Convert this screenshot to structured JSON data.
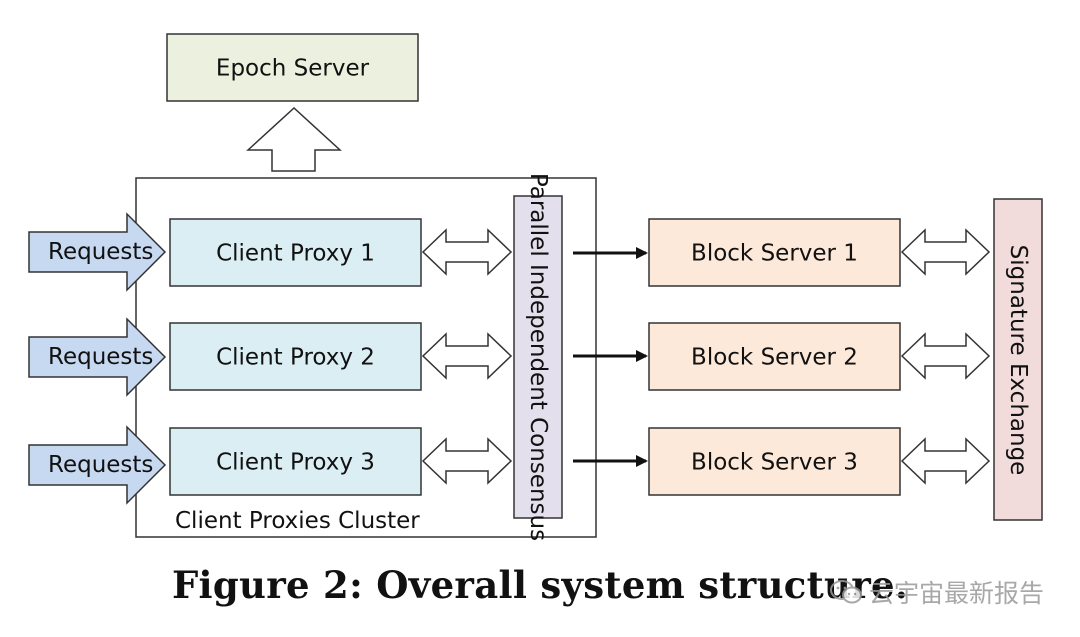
{
  "epoch_server": {
    "label": "Epoch Server"
  },
  "cluster": {
    "label": "Client Proxies Cluster"
  },
  "requests": [
    "Requests",
    "Requests",
    "Requests"
  ],
  "client_proxies": [
    "Client Proxy 1",
    "Client Proxy 2",
    "Client Proxy 3"
  ],
  "consensus": {
    "label": "Parallel Independent Consensus"
  },
  "block_servers": [
    "Block Server 1",
    "Block Server 2",
    "Block Server 3"
  ],
  "signature_exchange": {
    "label": "Signature Exchange"
  },
  "caption": "Figure 2: Overall system structure.",
  "watermark": "云宇宙最新报告",
  "colors": {
    "epoch_fill": "#ebf1de",
    "proxy_fill": "#dbeef3",
    "request_fill": "#c6d9f1",
    "consensus_fill": "#e4dfec",
    "block_fill": "#fde9d9",
    "signature_fill": "#f2dcdb",
    "stroke": "#333333"
  }
}
